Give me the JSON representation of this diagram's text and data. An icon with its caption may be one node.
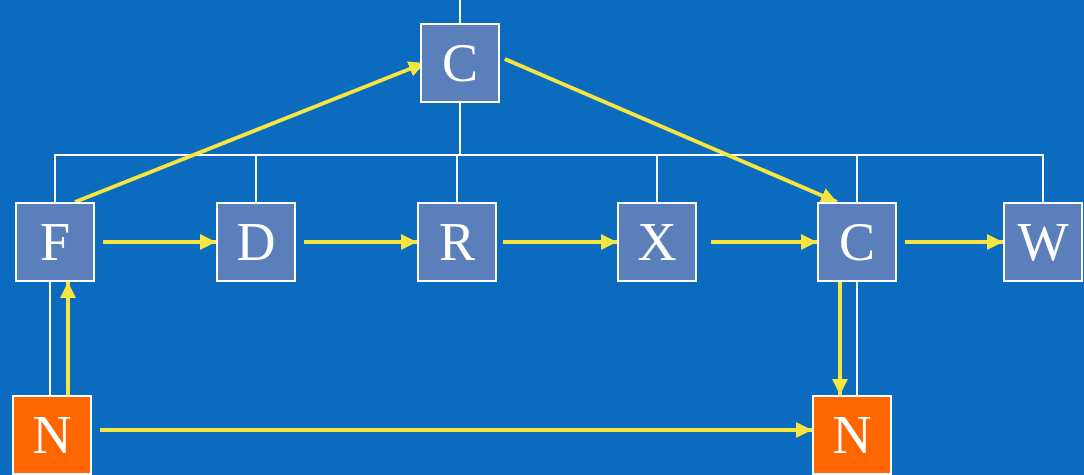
{
  "diagram": {
    "nodes": [
      {
        "text": [
          "C"
        ]
      },
      {
        "text": [
          "F"
        ]
      },
      {
        "text": [
          "D"
        ]
      },
      {
        "text": [
          "R"
        ]
      },
      {
        "text": [
          "X"
        ]
      },
      {
        "text": [
          "C"
        ]
      },
      {
        "text": [
          "W"
        ]
      },
      {
        "text": [
          "N"
        ]
      },
      {
        "text": [
          "N"
        ]
      }
    ],
    "edges": [
      {
        "from": null,
        "to": 0,
        "arrow": "none",
        "color": "#ffffff"
      },
      {
        "from": 0,
        "to": 1,
        "arrow": "none",
        "color": "#ffffff"
      },
      {
        "from": 0,
        "to": 2,
        "arrow": "none",
        "color": "#ffffff"
      },
      {
        "from": 0,
        "to": 3,
        "arrow": "none",
        "color": "#ffffff"
      },
      {
        "from": 0,
        "to": 4,
        "arrow": "none",
        "color": "#ffffff"
      },
      {
        "from": 0,
        "to": 5,
        "arrow": "none",
        "color": "#ffffff"
      },
      {
        "from": 0,
        "to": 6,
        "arrow": "none",
        "color": "#ffffff"
      },
      {
        "from": 1,
        "to": 7,
        "arrow": "none",
        "color": "#ffffff"
      },
      {
        "from": 5,
        "to": 8,
        "arrow": "none",
        "color": "#ffffff"
      },
      {
        "from": 1,
        "to": 0,
        "arrow": "to"
      },
      {
        "from": 0,
        "to": 5,
        "arrow": "to"
      },
      {
        "from": 1,
        "to": 2,
        "arrow": "to"
      },
      {
        "from": 2,
        "to": 3,
        "arrow": "to"
      },
      {
        "from": 3,
        "to": 4,
        "arrow": "to"
      },
      {
        "from": 4,
        "to": 5,
        "arrow": "to"
      },
      {
        "from": 5,
        "to": 6,
        "arrow": "to"
      },
      {
        "from": 7,
        "to": 1,
        "arrow": "to"
      },
      {
        "from": 5,
        "to": 8,
        "arrow": "to"
      },
      {
        "from": 7,
        "to": 8,
        "arrow": "to"
      }
    ]
  }
}
